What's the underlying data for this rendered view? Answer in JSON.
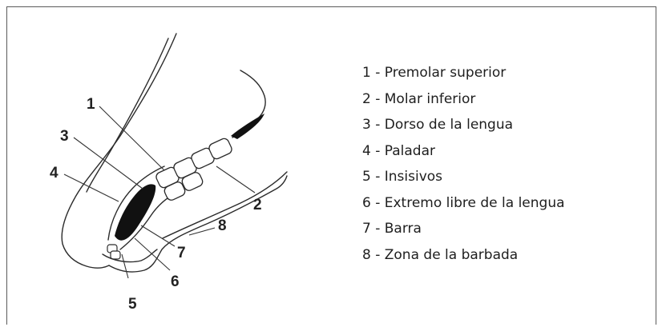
{
  "callouts": [
    "1",
    "2",
    "3",
    "4",
    "5",
    "6",
    "7",
    "8"
  ],
  "legend": [
    "1 - Premolar superior",
    "2 - Molar inferior",
    "3 - Dorso de la lengua",
    "4 - Paladar",
    "5 - Insisivos",
    "6 - Extremo libre de la lengua",
    "7 - Barra",
    "8 - Zona de la barbada"
  ]
}
